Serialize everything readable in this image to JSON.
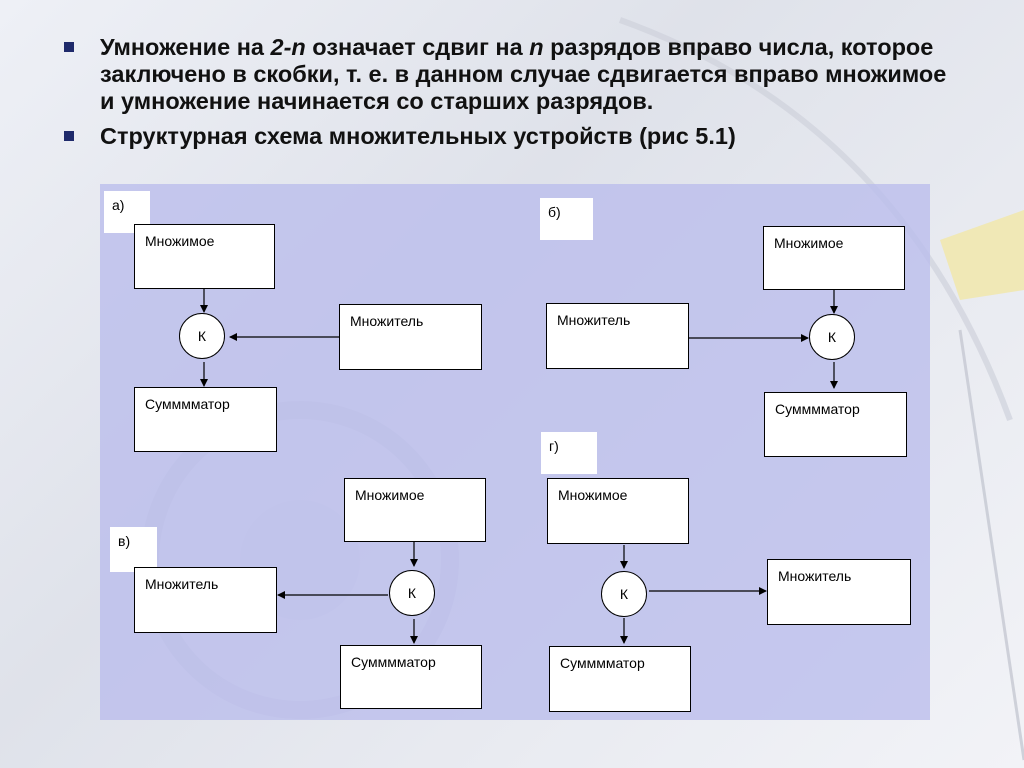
{
  "bullets": [
    {
      "segments": [
        {
          "text": "Умножение на ",
          "italic": false
        },
        {
          "text": "2-n",
          "italic": true
        },
        {
          "text": " означает сдвиг на ",
          "italic": false
        },
        {
          "text": "n",
          "italic": true
        },
        {
          "text": " разрядов вправо числа, которое заключено в скобки, т. е. в данном случае сдвигается вправо множимое и умножение начинается со старших разрядов.",
          "italic": false
        }
      ]
    },
    {
      "segments": [
        {
          "text": "Структурная схема множительных устройств (рис 5.1)",
          "italic": false
        }
      ]
    }
  ],
  "diagram": {
    "tags": {
      "a": "а)",
      "b": "б)",
      "v": "в)",
      "g": "г)"
    },
    "labels": {
      "multiplicand": "Множимое",
      "multiplier": "Множитель",
      "adder": "Сумммматор",
      "k": "К"
    },
    "colors": {
      "panel": "#babdec",
      "bullet": "#1f2a6b"
    }
  }
}
